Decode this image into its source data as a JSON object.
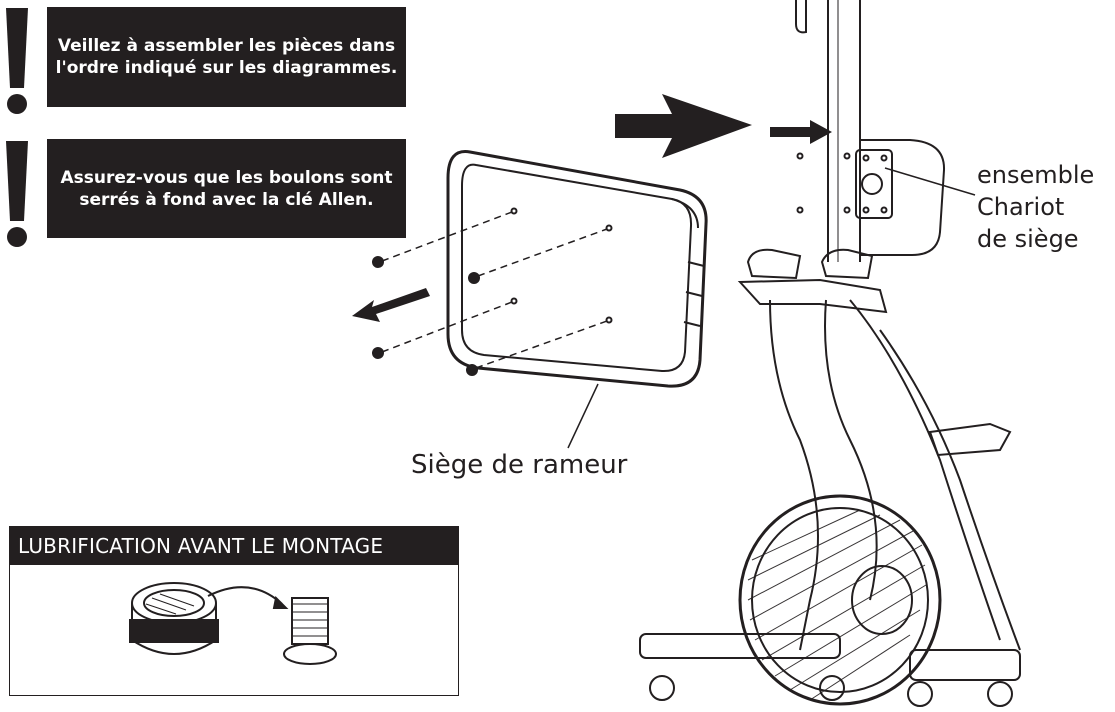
{
  "warnings": {
    "assembly_order": "Veillez à assembler les pièces dans l'ordre indiqué sur les diagrammes.",
    "bolt_tightness": "Assurez-vous que les boulons sont serrés à fond avec la clé Allen."
  },
  "labels": {
    "seat": "Siège de rameur",
    "carriage_line1": "ensemble",
    "carriage_line2": "Chariot",
    "carriage_line3": "de siège"
  },
  "lubrication": {
    "title": "LUBRIFICATION AVANT LE MONTAGE"
  },
  "icons": [
    "exclamation-icon",
    "arrow-right-icon",
    "arrow-left-icon",
    "grease-tub-icon",
    "bolt-icon"
  ],
  "colors": {
    "ink": "#231f20",
    "paper": "#ffffff"
  }
}
